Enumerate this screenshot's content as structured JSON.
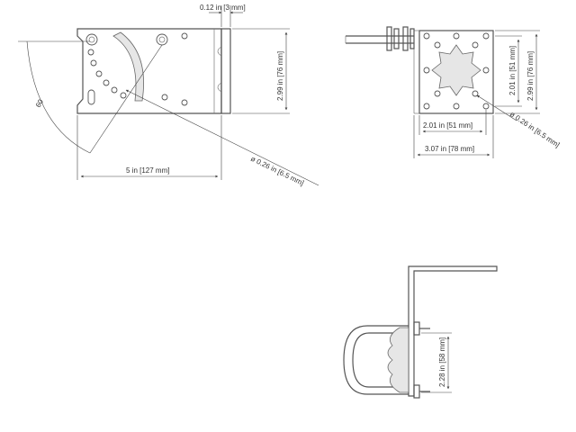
{
  "colors": {
    "line": "#555555",
    "dimension": "#444444",
    "text": "#333333",
    "background": "#ffffff"
  },
  "side_view": {
    "thickness_label": "0.12 in [3 mm]",
    "height_label": "2.99 in [76 mm]",
    "width_label": "5 in [127 mm]",
    "hole_label": "ø 0.26 in [6.5 mm]",
    "angle_label": "60"
  },
  "front_view": {
    "inner_height_label": "2.01 in [51 mm]",
    "outer_height_label": "2.99 in [76 mm]",
    "hole_label": "ø 0.26 in [6.5 mm]",
    "inner_width_label": "2.01 in [51 mm]",
    "outer_width_label": "3.07 in [78 mm]"
  },
  "clamp_view": {
    "clamp_label": "2.28 in [58 mm]"
  }
}
